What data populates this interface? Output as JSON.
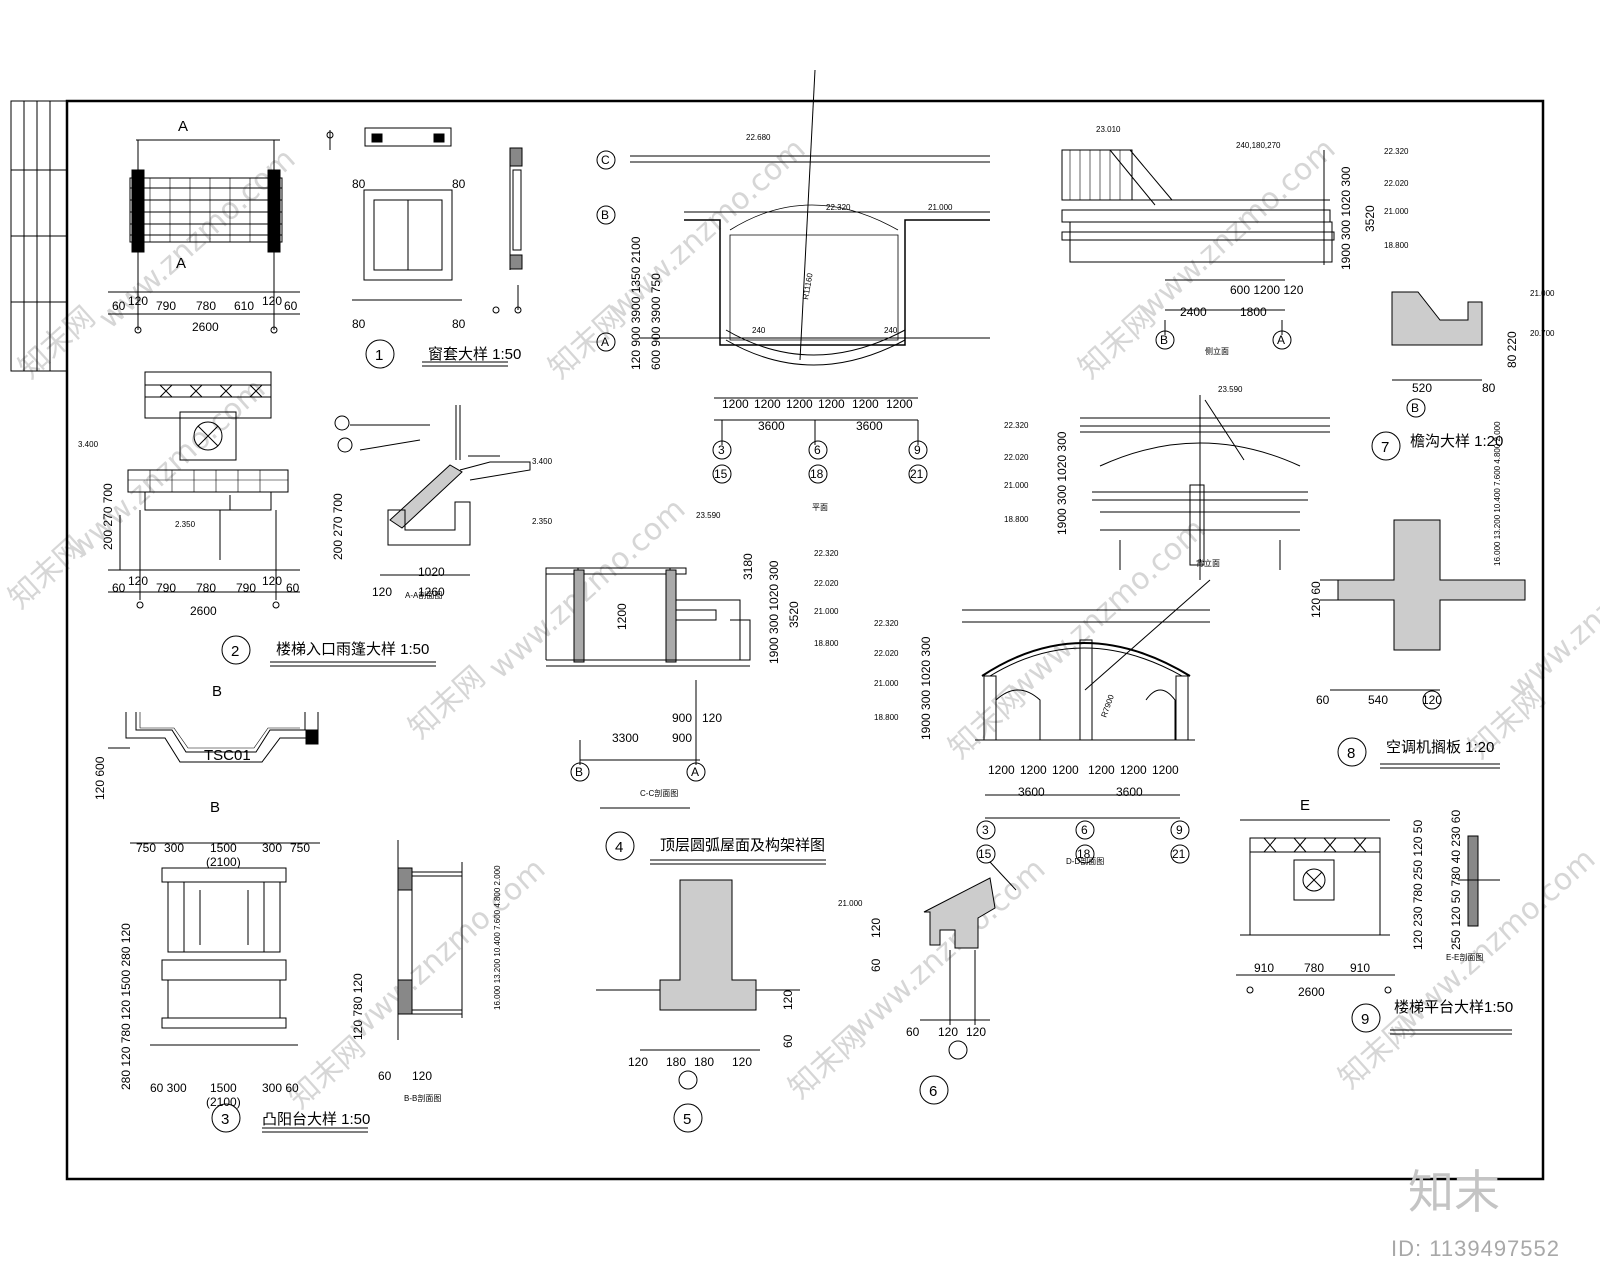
{
  "titles": {
    "d1": "窗套大样 1:50",
    "d2": "楼梯入口雨篷大样 1:50",
    "d3": "凸阳台大样 1:50",
    "d4": "顶层圆弧屋面及构架祥图",
    "d7": "檐沟大样 1:20",
    "d8": "空调机搁板 1:20",
    "d9": "楼梯平台大样1:50"
  },
  "numbers": {
    "n1": "1",
    "n2": "2",
    "n3": "3",
    "n4": "4",
    "n5": "5",
    "n6": "6",
    "n7": "7",
    "n8": "8",
    "n9": "9"
  },
  "section_marks": {
    "a_top": "A",
    "a_bot": "A",
    "b_top": "B",
    "b_bot": "B",
    "e_top": "E",
    "tsc": "TSC01"
  },
  "sub_labels": {
    "aa": "A-A剖面图",
    "cc": "C-C剖面图",
    "dd": "D-D剖面图",
    "bb": "B-B剖面图",
    "ee": "E-E剖面图",
    "side_elev": "侧立面",
    "back_elev": "背立面",
    "plan": "平面",
    "dim2100": "(2100)",
    "dim2100b": "(2100)",
    "e2600": "2600"
  },
  "axes": {
    "a3": "3",
    "a15": "15",
    "a6": "6",
    "a18": "18",
    "a9": "9",
    "a21": "21",
    "b3": "3",
    "b15": "15",
    "b6": "6",
    "b18": "18",
    "b9": "9",
    "b21": "21",
    "aC": "C",
    "aB": "B",
    "aA": "A",
    "cB": "B",
    "cA": "A",
    "sB": "B",
    "sA": "A",
    "gB": "B"
  },
  "dims": {
    "d1_60": "60",
    "d1_120": "120",
    "d1_790": "790",
    "d1_780": "780",
    "d1_610": "610",
    "d1_120b": "120",
    "d1_60b": "60",
    "d1_2600": "2600",
    "d2_60": "60",
    "d2_120": "120",
    "d2_790": "790",
    "d2_780": "780",
    "d2_790b": "790",
    "d2_120b": "120",
    "d2_60b": "60",
    "d2_2600": "2600",
    "d2_v": "200 270 700",
    "d2_3400": "3.400",
    "d2_2350": "2.350",
    "aa_1020": "1020",
    "aa_1260": "1260",
    "aa_120": "120",
    "aa_v": "200 270 700",
    "aa_3400": "3.400",
    "aa_2350": "2.350",
    "w_80a": "80",
    "w_80b": "80",
    "w_80c": "80",
    "w_80d": "80",
    "b_750": "750",
    "b_300": "300",
    "b_1500": "1500",
    "b_300b": "300",
    "b_750b": "750",
    "b_v": "120 600",
    "p_6030": "60 300",
    "p_1500": "1500",
    "p_30060": "300 60",
    "p_v": "280 120 780 120 1500 280 120",
    "pl_1200a": "1200",
    "pl_1200b": "1200",
    "pl_1200c": "1200",
    "pl_1200d": "1200",
    "pl_1200e": "1200",
    "pl_1200f": "1200",
    "pl_3600a": "3600",
    "pl_3600b": "3600",
    "pl_22680": "22.680",
    "pl_22320": "22.320",
    "pl_21000": "21.000",
    "pl_v": "120 900 3900 1350 2100",
    "pl_v2": "600 900 3900 750",
    "pl_240a": "240",
    "pl_240b": "240",
    "pl_r": "R11160",
    "cc_3300": "3300",
    "cc_900": "900",
    "cc_900b": "900",
    "cc_120": "120",
    "cc_23590": "23.590",
    "cc_22320": "22.320",
    "cc_22020": "22.020",
    "cc_21000": "21.000",
    "cc_18800": "18.800",
    "cc_v": "1900 300 1020 300",
    "cc_3520": "3520",
    "cc_3180": "3180",
    "cc_1200": "1200",
    "se_23010": "23.010",
    "se_240": "240,180,270",
    "se_2400": "2400",
    "se_1800": "1800",
    "se_600": "600 1200 120",
    "se_v": "1900 300 1020 300",
    "se_3520": "3520",
    "se_22320": "22.320",
    "se_22020": "22.020",
    "se_21000": "21.000",
    "se_18800": "18.800",
    "gu_520": "520",
    "gu_80": "80",
    "gu_21000": "21.000",
    "gu_20700": "20.700",
    "gu_v": "80 220",
    "be_23590": "23.590",
    "be_22320": "22.320",
    "be_22020": "22.020",
    "be_21000": "21.000",
    "be_18800": "18.800",
    "be_v": "1900 300 1020 300",
    "dd_22320": "22.320",
    "dd_22020": "22.020",
    "dd_21000": "21.000",
    "dd_18800": "18.800",
    "dd_v": "1900 300 1020 300",
    "dd_1200a": "1200",
    "dd_1200b": "1200",
    "dd_1200c": "1200",
    "dd_1200d": "1200",
    "dd_1200e": "1200",
    "dd_1200f": "1200",
    "dd_3600a": "3600",
    "dd_3600b": "3600",
    "dd_r": "R7900",
    "ac_levels": "16.000 13.200 10.400 7.600 4.800 2.000",
    "ac_60": "60",
    "ac_540": "540",
    "ac_120": "120",
    "ac_v": "120 60",
    "s5_120": "120",
    "s5_180": "180",
    "s5_180b": "180",
    "s5_120b": "120",
    "s5_v": "120",
    "s5_60": "60",
    "s6_21000": "21.000",
    "s6_60": "60",
    "s6_120": "120",
    "s6_120b": "120",
    "s6_v": "120",
    "s6_60b": "60",
    "e_910": "910",
    "e_780": "780",
    "e_910b": "910",
    "e_v": "120 230 780 250 120 50",
    "e_v2": "250 120 50 780 40 230 60",
    "lv_levels": "16.000 13.200 10.400 7.600 4.800 2.000",
    "lv_v": "120 780 120",
    "lv_60": "60",
    "lv_120": "120"
  },
  "watermark": {
    "brand": "知末",
    "id": "ID: 1139497552",
    "site": "www.znzmo.com",
    "site_cn": "知末网"
  }
}
